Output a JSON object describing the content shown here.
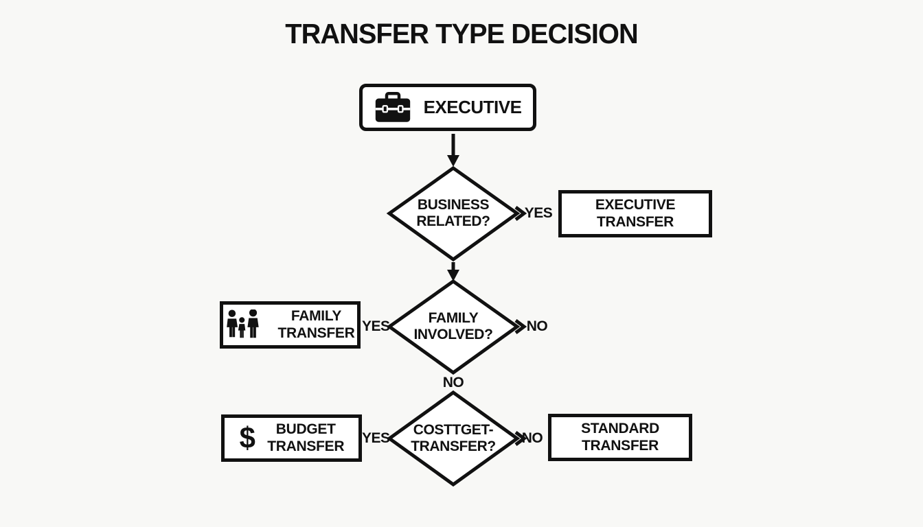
{
  "title": "TRANSFER TYPE DECISION",
  "colors": {
    "background": "#f8f8f6",
    "ink": "#111111",
    "shape_fill": "#ffffff"
  },
  "nodes": {
    "start": {
      "label": "EXECUTIVE",
      "icon": "briefcase-icon"
    },
    "decision1": {
      "line1": "BUSINESS",
      "line2": "RELATED?"
    },
    "decision2": {
      "line1": "FAMILY",
      "line2": "INVOLVED?"
    },
    "decision3": {
      "line1": "COSTTGET-",
      "line2": "TRANSFER?"
    },
    "executive_transfer": {
      "label": "EXECUTIVE TRANSFER"
    },
    "family_transfer": {
      "line1": "FAMILY",
      "line2": "TRANSFER",
      "icon": "family-icon"
    },
    "budget_transfer": {
      "line1": "BUDGET",
      "line2": "TRANSFER",
      "icon": "dollar-icon"
    },
    "standard_transfer": {
      "label": "STANDARD TRANSFER"
    }
  },
  "edge_labels": {
    "d1_yes": "YES",
    "d2_yes": "YES",
    "d2_no": "NO",
    "d2_no_down": "NO",
    "d3_yes": "YES",
    "d3_no": "NO"
  },
  "icons": {
    "dollar_glyph": "$"
  }
}
